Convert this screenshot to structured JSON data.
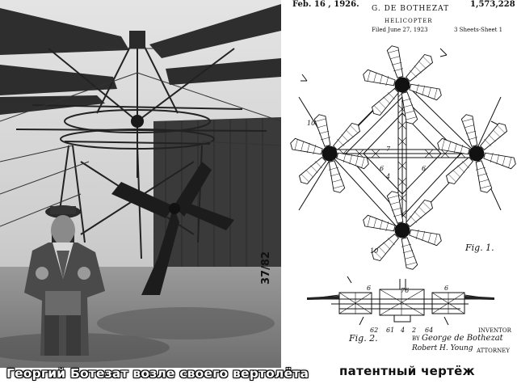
{
  "photo": {
    "caption": "Георгий Ботезат возле своего вертолёта",
    "stamp": "37/82"
  },
  "patent": {
    "caption": "патентный чертёж",
    "date": "Feb. 16 , 1926.",
    "inventor_header": "G. DE BOTHEZAT",
    "title": "HELICOPTER",
    "filed": "Filed June 27, 1923",
    "sheets": "3 Sheets-Sheet 1",
    "number": "1,573,228",
    "fig1_label": "Fig. 1.",
    "fig2_label": "Fig. 2.",
    "inventor_label": "INVENTOR",
    "inventor_signature": "George de Bothezat",
    "by": "BY",
    "attorney_signature": "Robert H. Young",
    "attorney_label": "ATTORNEY",
    "refs": {
      "r10a": "10",
      "r10b": "10",
      "r6a": "6",
      "r6b": "6",
      "r7": "7",
      "r4": "4",
      "r76": "76",
      "r6c": "6",
      "r62": "62",
      "r61": "61",
      "r4b": "4",
      "r2": "2",
      "r64": "64",
      "r6d": "6"
    }
  },
  "colors": {
    "photo_sky": "#cfcfcf",
    "photo_dark": "#1a1a1a",
    "paper": "#ffffff",
    "ink": "#111111"
  }
}
